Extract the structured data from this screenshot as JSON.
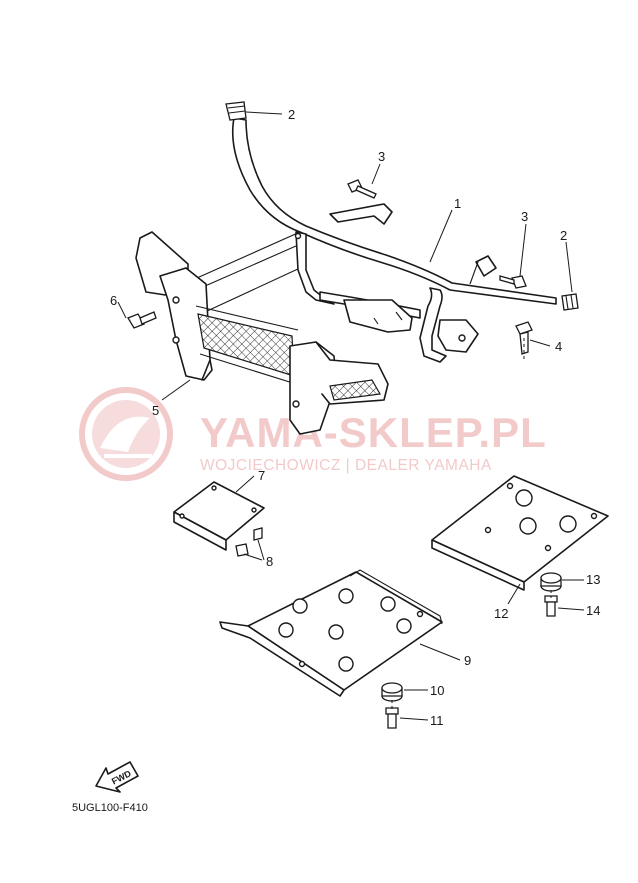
{
  "watermark": {
    "title": "YAMA-SKLEP.PL",
    "subtitle": "WOJCIECHOWICZ | DEALER YAMAHA"
  },
  "callouts": [
    "1",
    "2",
    "2",
    "3",
    "3",
    "4",
    "5",
    "6",
    "7",
    "8",
    "9",
    "10",
    "11",
    "12",
    "13",
    "14"
  ],
  "arrow_label": "FWD",
  "diagram_code": "5UGL100-F410",
  "colors": {
    "line": "#1a1a1a",
    "watermark": "#f2caca"
  }
}
